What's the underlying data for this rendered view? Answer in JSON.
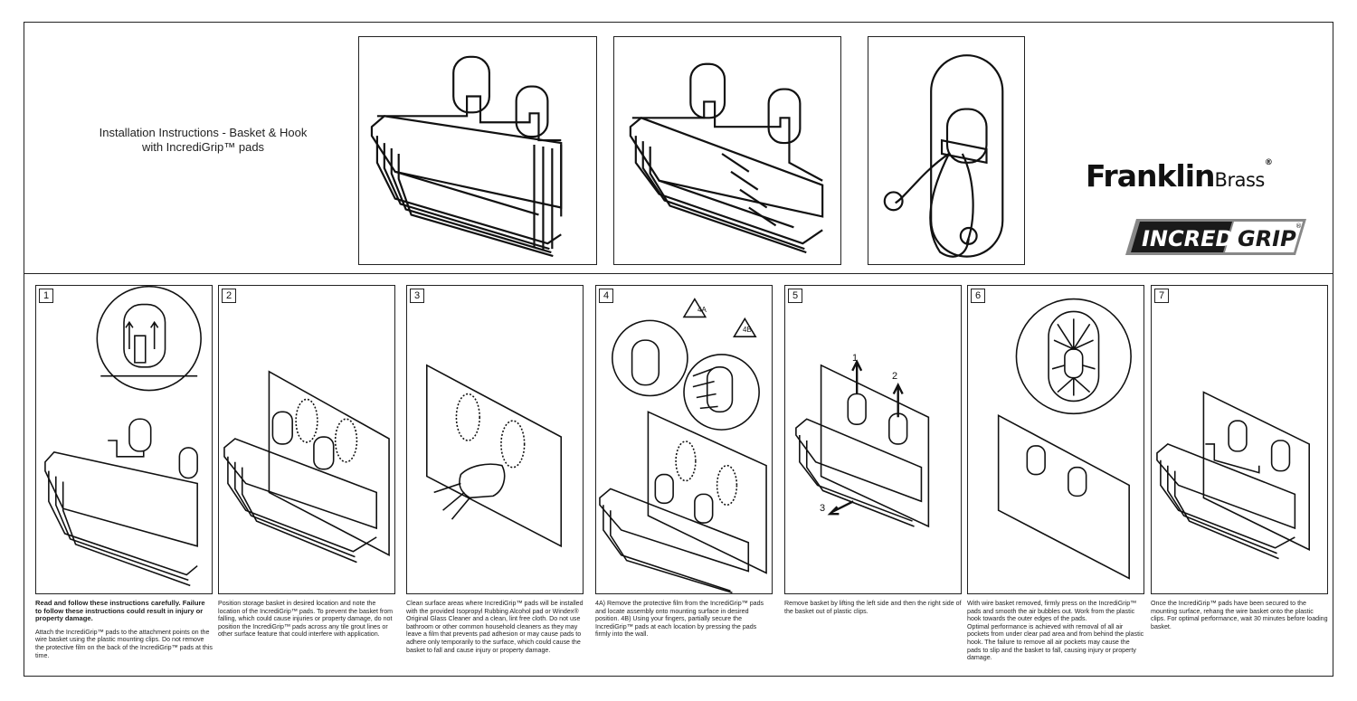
{
  "header": {
    "title_line1": "Installation Instructions - Basket & Hook",
    "title_line2": "with IncrediGrip™ pads"
  },
  "brand": {
    "name_bold": "Franklin",
    "name_light": "Brass",
    "registered": "®",
    "logo_left": "INCREDI",
    "logo_right": "GRIP",
    "logo_tm": "®"
  },
  "steps": [
    {
      "number": "1",
      "paragraphs": [
        "Read and follow these instructions carefully. Failure to follow these instructions could result in injury or property damage.",
        "Attach the IncrediGrip™ pads to the attachment points on the wire basket using the plastic mounting clips. Do not remove the protective film on the back of the IncrediGrip™ pads at this time."
      ]
    },
    {
      "number": "2",
      "paragraphs": [
        "Position storage basket in desired location and note the location of the IncrediGrip™ pads. To prevent the basket from falling, which could cause injuries or property damage, do not position the IncrediGrip™ pads across any tile grout lines or other surface feature that could interfere with application."
      ]
    },
    {
      "number": "3",
      "paragraphs": [
        "Clean surface areas where IncrediGrip™ pads will be installed with the provided Isopropyl Rubbing Alcohol pad or Windex® Original Glass Cleaner and a clean, lint free cloth. Do not use bathroom or other common household cleaners as they may leave a film that prevents pad adhesion or may cause pads to adhere only temporarily to the surface, which could cause the basket to fall and cause injury or property damage."
      ]
    },
    {
      "number": "4",
      "callout_a": "4A",
      "callout_b": "4B",
      "paragraphs": [
        "4A) Remove the protective film from the IncrediGrip™ pads and locate assembly onto mounting surface in desired position. 4B) Using your fingers, partially secure the IncrediGrip™ pads at each location by pressing the pads firmly into the wall."
      ]
    },
    {
      "number": "5",
      "arrow_1": "1",
      "arrow_2": "2",
      "arrow_3": "3",
      "paragraphs": [
        "Remove basket by lifting the left side and then the right side of the basket out of plastic clips."
      ]
    },
    {
      "number": "6",
      "paragraphs": [
        "With wire basket removed, firmly press on the IncrediGrip™ pads and smooth the air bubbles out. Work from the plastic hook towards the outer edges of the pads.",
        "Optimal performance is achieved with removal of all air pockets from under clear pad area and from behind the plastic hook. The failure to remove all air pockets may cause the pads to slip and the basket to fall, causing injury or property damage."
      ]
    },
    {
      "number": "7",
      "paragraphs": [
        "Once the IncrediGrip™ pads have been secured to the mounting surface, rehang the wire basket onto the plastic clips. For optimal performance, wait 30 minutes before loading basket."
      ]
    }
  ]
}
